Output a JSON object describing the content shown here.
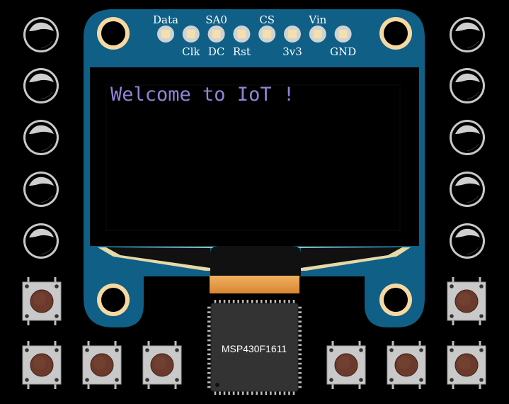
{
  "board": {
    "pins": [
      {
        "top": "Data",
        "bottom": ""
      },
      {
        "top": "",
        "bottom": "Clk"
      },
      {
        "top": "SA0",
        "bottom": "DC"
      },
      {
        "top": "",
        "bottom": "Rst"
      },
      {
        "top": "CS",
        "bottom": ""
      },
      {
        "top": "",
        "bottom": "3v3"
      },
      {
        "top": "Vin",
        "bottom": ""
      },
      {
        "top": "",
        "bottom": "GND"
      }
    ]
  },
  "display": {
    "text": "Welcome to IoT !"
  },
  "chip": {
    "label": "MSP430F1611"
  },
  "colors": {
    "pcb": "#0f5f86",
    "hole_ring": "#f6d9a2",
    "screen": "#000000",
    "pad": "#f4dfae",
    "flex_cable": "#e49a4a",
    "button_body": "#c9c9c9",
    "button_cap": "#6b3a2c",
    "chip_body": "#333333"
  },
  "leds": {
    "left_count": 5,
    "right_count": 5
  },
  "buttons": {
    "count": 8
  }
}
